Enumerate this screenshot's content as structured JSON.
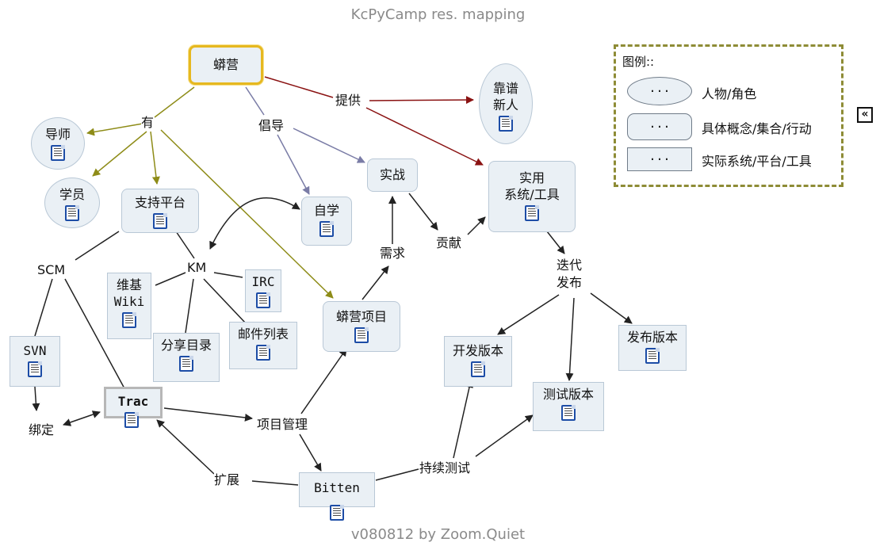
{
  "header": {
    "title": "KcPyCamp res. mapping"
  },
  "footer": {
    "version": "v080812 by Zoom.Quiet"
  },
  "nodes": {
    "camp": "蟒营",
    "mentor": "导师",
    "student": "学员",
    "support_platform": "支持平台",
    "practice": "实战",
    "self_study": "自学",
    "newcomer_line1": "靠谱",
    "newcomer_line2": "新人",
    "practical_line1": "实用",
    "practical_line2": "系统/工具",
    "camp_project": "蟒营项目",
    "wiki_line1": "维基",
    "wiki_line2": "Wiki",
    "irc": "IRC",
    "share_dir": "分享目录",
    "mailing_list": "邮件列表",
    "svn": "SVN",
    "trac": "Trac",
    "bitten": "Bitten",
    "dev_version": "开发版本",
    "test_version": "测试版本",
    "release_version": "发布版本"
  },
  "links": {
    "have": "有",
    "advocate": "倡导",
    "provide": "提供",
    "need": "需求",
    "contribute": "贡献",
    "iterate_line1": "迭代",
    "iterate_line2": "发布",
    "scm": "SCM",
    "km": "KM",
    "bind": "绑定",
    "project_mgmt": "项目管理",
    "extend": "扩展",
    "ci": "持续测试"
  },
  "legend": {
    "title": "图例::",
    "items": [
      {
        "shape": "···",
        "text": "人物/角色"
      },
      {
        "shape": "···",
        "text": "具体概念/集合/行动"
      },
      {
        "shape": "···",
        "text": "实际系统/平台/工具"
      }
    ]
  },
  "controls": {
    "collapse_symbol": "«"
  },
  "colors": {
    "olive": "#8e8c18",
    "red": "#8a1212",
    "slate": "#7a7ca6",
    "black": "#222222",
    "node_fill": "#eaf0f5",
    "node_border": "#b9c8d6",
    "root_border": "#e6b820"
  },
  "icons": {
    "attachment": "document-icon"
  }
}
